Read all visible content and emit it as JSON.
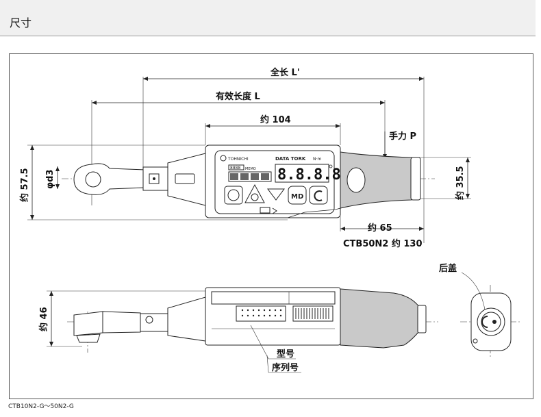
{
  "header": {
    "title": "尺寸"
  },
  "diagram": {
    "overall_length": "全长 L'",
    "effective_length": "有效长度 L",
    "body_length": "约 104",
    "hand_force": "手力 P",
    "height": "约 57.5",
    "head_dia": "φd3",
    "grip_dia": "约 35.5",
    "grip_length": "约 65",
    "ctb50_length": "CTB50N2 约 130",
    "side_height": "约 46",
    "back_cover": "后盖",
    "model_no": "型号",
    "serial_no": "序列号",
    "brand": "TOHNICHI",
    "product": "DATA TORK",
    "unit": "N·m",
    "digits": "8.8.8.8",
    "display_small": "8888",
    "mode_btn": "MD",
    "label_tag": "MEMO"
  },
  "footer": {
    "model_range": "CTB10N2-G～50N2-G"
  }
}
